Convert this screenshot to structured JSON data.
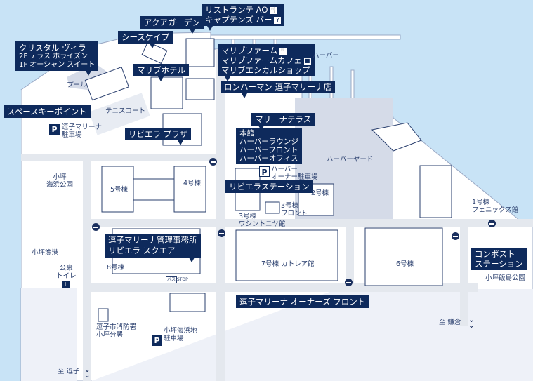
{
  "labels": {
    "ristorante": "リストランテ AO",
    "captains_bar": "キャプテンズ バー",
    "aqua_garden": "アクアガーデン",
    "seascape": "シースケイプ",
    "crystal_villa": "クリスタル ヴィラ",
    "crystal_2f": "2F テラス ホライズン",
    "crystal_1f": "1F オーシャン スイート",
    "malibu_hotel": "マリブホテル",
    "malibu_farm": "マリブファーム",
    "malibu_farm_cafe": "マリブファームカフェ",
    "malibu_ethical": "マリブエシカルショップ",
    "ron_herman": "ロンハーマン 逗子マリーナ店",
    "space_key_point": "スペースキーポイント",
    "riviera_plaza": "リビエラ プラザ",
    "marina_terrace": "マリーナテラス",
    "honkan": "本館",
    "harbor_lounge": "ハーバーラウンジ",
    "harbor_front": "ハーバーフロント",
    "harbor_office": "ハーバーオフィス",
    "riviera_station": "リビエラステーション",
    "mgmt_office": "逗子マリーナ管理事務所",
    "riviera_square": "リビエラ スクエア",
    "compost_station_1": "コンポスト",
    "compost_station_2": "ステーション",
    "owners_front": "逗子マリーナ オーナーズ フロント"
  },
  "icons": {
    "ristorante": "restaurant-icon",
    "captains_bar": "bar-icon",
    "malibu_farm": "restaurant-icon",
    "malibu_farm_cafe": "cafe-icon",
    "toilet": "toilet-icon"
  },
  "text": {
    "harbor": "ハーバー",
    "pool": "プール",
    "tennis_court": "テニスコート",
    "marina_parking_1": "逗子マリーナ",
    "marina_parking_2": "駐車場",
    "harbor_yard": "ハーバーヤード",
    "owner_parking_1": "ハーバー",
    "owner_parking_2": "オーナー駐車場",
    "bldg2": "2号棟",
    "bldg3_front_1": "3号棟",
    "bldg3_front_2": "フロント",
    "bldg3_1": "3号棟",
    "bldg3_2": "ワシントニヤ館",
    "bldg1_1": "1号棟",
    "bldg1_2": "フェニックス館",
    "bldg5": "5号棟",
    "bldg4": "4号棟",
    "bldg8": "8号棟",
    "bldg7": "7号棟 カトレア館",
    "bldg6": "6号棟",
    "kotsubo_park_1": "小坪",
    "kotsubo_park_2": "海浜公園",
    "kotsubo_port": "小坪漁港",
    "toilet_1": "公衆",
    "toilet_2": "トイレ",
    "fire_1": "逗子市消防署",
    "fire_2": "小坪分署",
    "beach_parking_1": "小坪海浜地",
    "beach_parking_2": "駐車場",
    "iijima_park": "小坪飯島公園",
    "to_zushi": "至 逗子",
    "to_kamakura": "至 鎌倉",
    "parking": "P",
    "bus_stop": "バス STOP"
  },
  "colors": {
    "sea": "#c8e3f6",
    "label_bg": "#0e2a5c",
    "road": "#e4e8ee",
    "yard": "#d5dbe8"
  }
}
